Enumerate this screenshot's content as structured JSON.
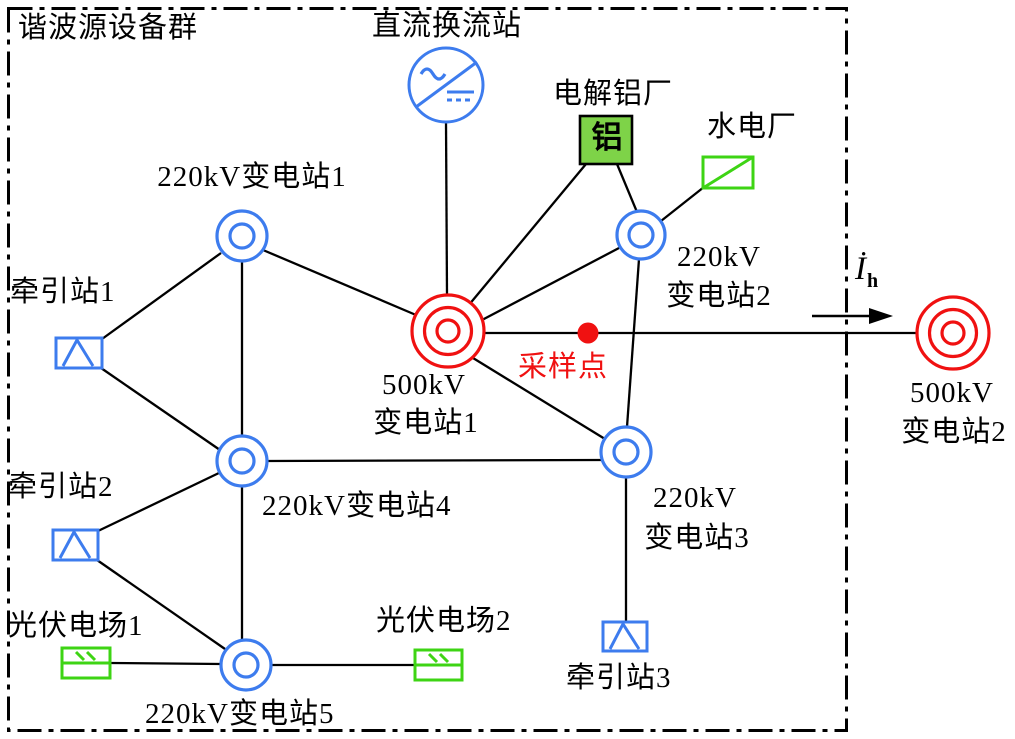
{
  "palette": {
    "blue": "#3d7cee",
    "red": "#f01111",
    "green_box_fill": "#7ed348",
    "green_line": "#3ed414",
    "line_black": "#000000"
  },
  "frame": {
    "group_label": "谐波源设备群"
  },
  "nodes": {
    "dc_converter_station": {
      "label": "直流换流站"
    },
    "aluminum_plant": {
      "label": "电解铝厂",
      "box_text": "铝"
    },
    "hydro_plant": {
      "label": "水电厂"
    },
    "substation_500kv_1": {
      "label_line1": "500kV",
      "label_line2": "变电站1"
    },
    "substation_500kv_2": {
      "label_line1": "500kV",
      "label_line2": "变电站2"
    },
    "substation_220kv_1": {
      "label": "220kV变电站1"
    },
    "substation_220kv_2": {
      "label_line1": "220kV",
      "label_line2": "变电站2"
    },
    "substation_220kv_3": {
      "label_line1": "220kV",
      "label_line2": "变电站3"
    },
    "substation_220kv_4": {
      "label": "220kV变电站4"
    },
    "substation_220kv_5": {
      "label": "220kV变电站5"
    },
    "traction_station_1": {
      "label": "牵引站1"
    },
    "traction_station_2": {
      "label": "牵引站2"
    },
    "traction_station_3": {
      "label": "牵引站3"
    },
    "pv_plant_1": {
      "label": "光伏电场1"
    },
    "pv_plant_2": {
      "label": "光伏电场2"
    }
  },
  "annotations": {
    "sampling_point": {
      "label": "采样点"
    },
    "harmonic_current": {
      "symbol": "İ",
      "subscript": "h"
    }
  }
}
